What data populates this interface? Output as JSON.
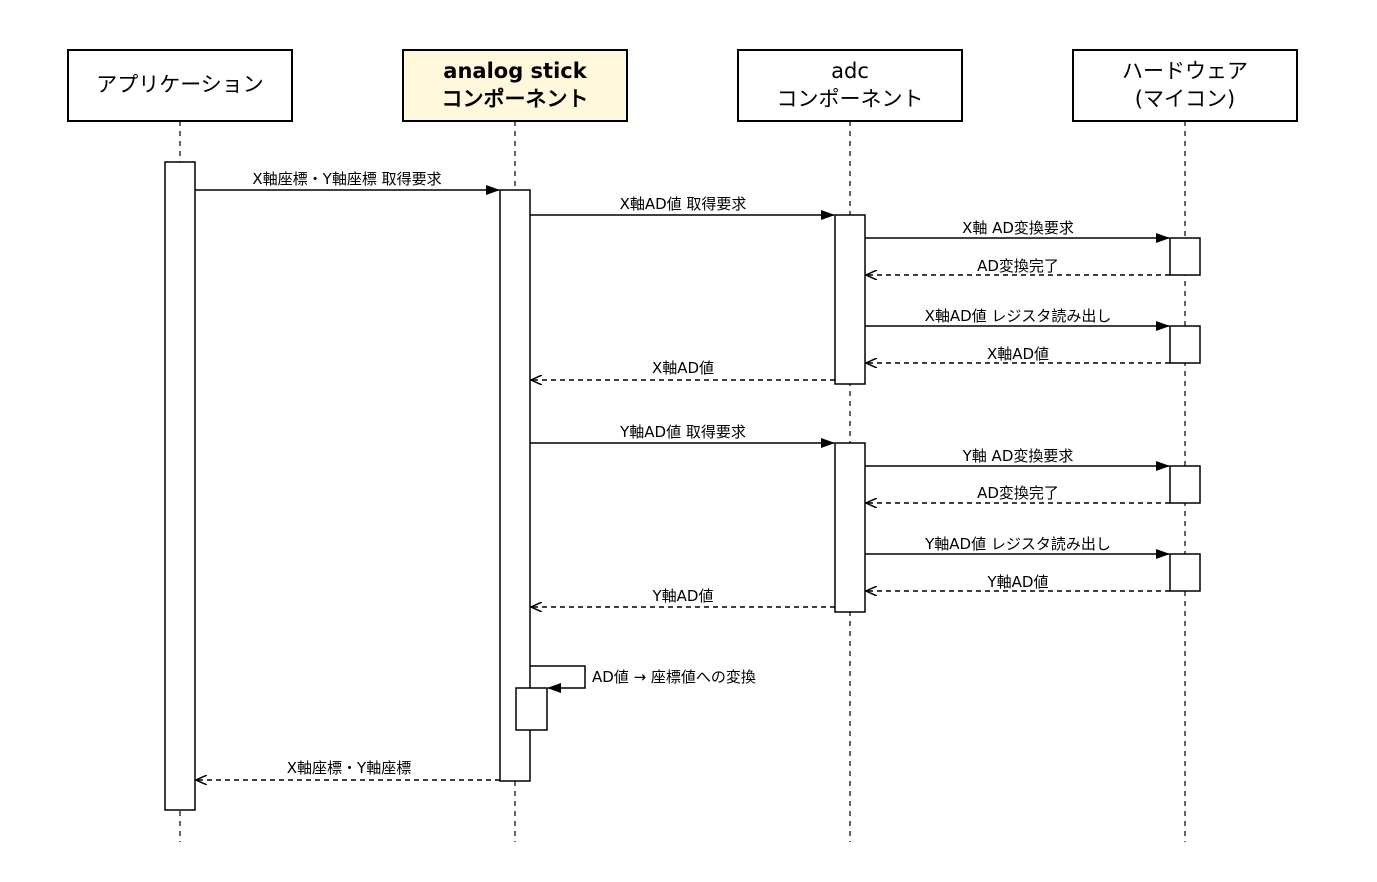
{
  "participants": [
    {
      "id": "app",
      "lines": [
        "アプリケーション"
      ],
      "bold": false,
      "highlight": false
    },
    {
      "id": "stick",
      "lines": [
        "analog stick",
        "コンポーネント"
      ],
      "bold": true,
      "highlight": true
    },
    {
      "id": "adc",
      "lines": [
        "adc",
        "コンポーネント"
      ],
      "bold": false,
      "highlight": false
    },
    {
      "id": "hw",
      "lines": [
        "ハードウェア",
        "(マイコン)"
      ],
      "bold": false,
      "highlight": false
    }
  ],
  "messages": [
    {
      "id": "m1",
      "label": "X軸座標・Y軸座標 取得要求",
      "style": "solid"
    },
    {
      "id": "m2",
      "label": "X軸AD値 取得要求",
      "style": "solid"
    },
    {
      "id": "m3",
      "label": "X軸 AD変換要求",
      "style": "solid"
    },
    {
      "id": "m4",
      "label": "AD変換完了",
      "style": "dashed"
    },
    {
      "id": "m5",
      "label": "X軸AD値 レジスタ読み出し",
      "style": "solid"
    },
    {
      "id": "m6",
      "label": "X軸AD値",
      "style": "dashed"
    },
    {
      "id": "m7",
      "label": "X軸AD値",
      "style": "dashed"
    },
    {
      "id": "m8",
      "label": "Y軸AD値 取得要求",
      "style": "solid"
    },
    {
      "id": "m9",
      "label": "Y軸 AD変換要求",
      "style": "solid"
    },
    {
      "id": "m10",
      "label": "AD変換完了",
      "style": "dashed"
    },
    {
      "id": "m11",
      "label": "Y軸AD値 レジスタ読み出し",
      "style": "solid"
    },
    {
      "id": "m12",
      "label": "Y軸AD値",
      "style": "dashed"
    },
    {
      "id": "m13",
      "label": "Y軸AD値",
      "style": "dashed"
    },
    {
      "id": "m14",
      "label": "AD値 → 座標値への変換",
      "style": "solid"
    },
    {
      "id": "m15",
      "label": "X軸座標・Y軸座標",
      "style": "dashed"
    }
  ]
}
